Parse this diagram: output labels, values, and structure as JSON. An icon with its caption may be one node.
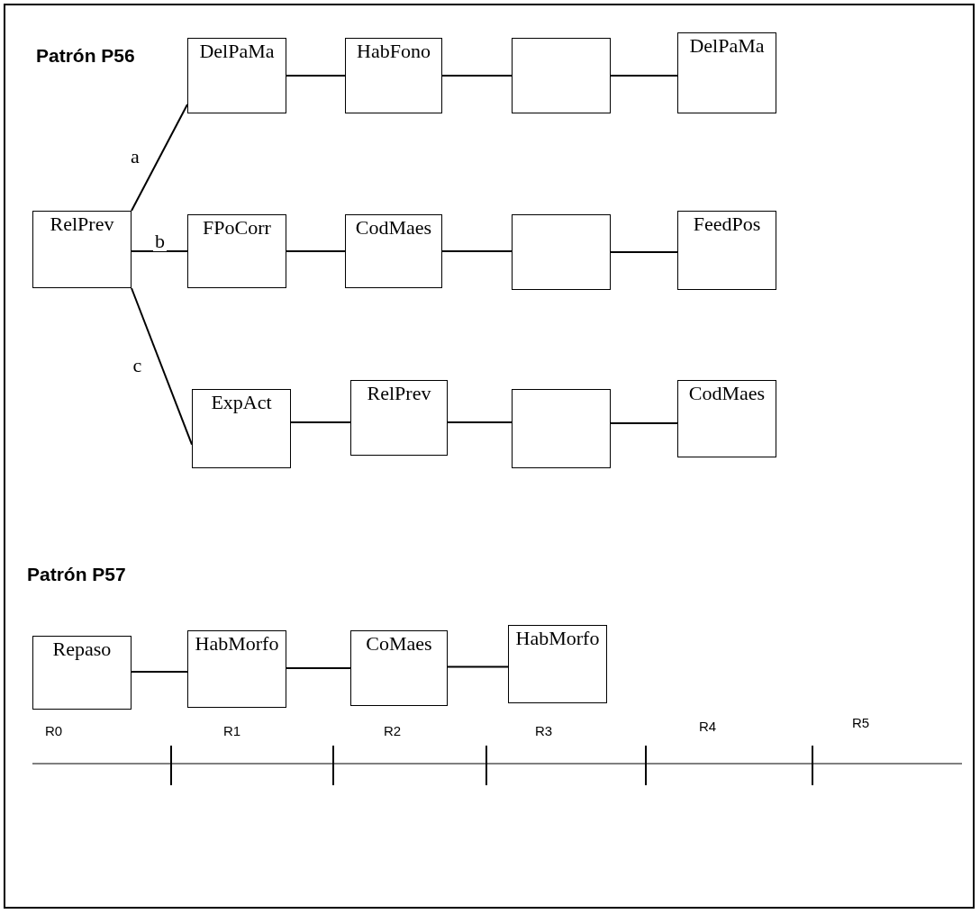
{
  "diagram": {
    "title": "Patrón P56",
    "nodes": [
      {
        "text": [
          "RelPrev"
        ]
      },
      {
        "text": [
          "DelPaMa"
        ]
      },
      {
        "text": [
          "HabFono"
        ]
      },
      {
        "text": [],
        "shape": "box"
      },
      {
        "text": [
          "DelPaMa"
        ]
      },
      {
        "text": [
          "FPoCorr"
        ]
      },
      {
        "text": [
          "CodMaes"
        ]
      },
      {
        "text": [],
        "shape": "box"
      },
      {
        "text": [
          "FeedPos"
        ]
      },
      {
        "text": [
          "ExpAct"
        ]
      },
      {
        "text": [
          "RelPrev"
        ]
      },
      {
        "text": [],
        "shape": "box"
      },
      {
        "text": [
          "CodMaes"
        ]
      },
      {
        "text": [
          "Repaso"
        ]
      },
      {
        "text": [
          "HabMorfo"
        ]
      },
      {
        "text": [
          "CoMaes"
        ]
      },
      {
        "text": [
          "HabMorfo"
        ]
      }
    ],
    "edges": [
      {
        "from": 0,
        "to": 1,
        "arrow": "none",
        "label": "a"
      },
      {
        "from": 0,
        "to": 5,
        "arrow": "none",
        "label": "b"
      },
      {
        "from": 0,
        "to": 9,
        "arrow": "none",
        "label": "c"
      },
      {
        "from": 1,
        "to": 2,
        "arrow": "none"
      },
      {
        "from": 2,
        "to": 3,
        "arrow": "none"
      },
      {
        "from": 3,
        "to": 4,
        "arrow": "none"
      },
      {
        "from": 5,
        "to": 6,
        "arrow": "none"
      },
      {
        "from": 6,
        "to": 7,
        "arrow": "none"
      },
      {
        "from": 7,
        "to": 8,
        "arrow": "none"
      },
      {
        "from": 9,
        "to": 10,
        "arrow": "none"
      },
      {
        "from": 10,
        "to": 11,
        "arrow": "none"
      },
      {
        "from": 11,
        "to": 12,
        "arrow": "none"
      },
      {
        "from": 13,
        "to": 14,
        "arrow": "none"
      },
      {
        "from": 14,
        "to": 15,
        "arrow": "none"
      },
      {
        "from": 15,
        "to": 16,
        "arrow": "none"
      }
    ],
    "labels": [
      "Patrón P57",
      "R0",
      "R1",
      "R2",
      "R3",
      "R4",
      "R5"
    ]
  }
}
